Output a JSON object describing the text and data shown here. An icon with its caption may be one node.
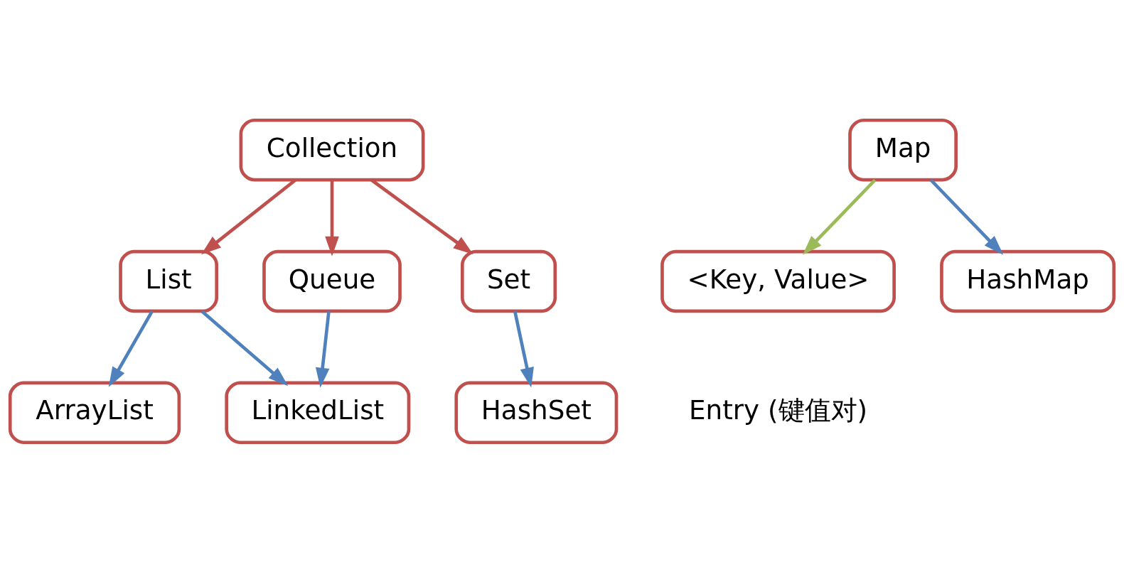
{
  "diagram": {
    "nodes": [
      {
        "text": [
          "Collection"
        ]
      },
      {
        "text": [
          "List"
        ]
      },
      {
        "text": [
          "Queue"
        ]
      },
      {
        "text": [
          "Set"
        ]
      },
      {
        "text": [
          "ArrayList"
        ]
      },
      {
        "text": [
          "LinkedList"
        ]
      },
      {
        "text": [
          "HashSet"
        ]
      },
      {
        "text": [
          "Map"
        ]
      },
      {
        "text": [
          "<Key, Value>"
        ],
        "beside": [
          "Entry (键值对)"
        ]
      },
      {
        "text": [
          "HashMap"
        ]
      }
    ],
    "edges": [
      {
        "from": 0,
        "to": 1,
        "arrow": "to",
        "color": "#c0504d"
      },
      {
        "from": 0,
        "to": 2,
        "arrow": "to",
        "color": "#c0504d"
      },
      {
        "from": 0,
        "to": 3,
        "arrow": "to",
        "color": "#c0504d"
      },
      {
        "from": 1,
        "to": 4,
        "arrow": "to"
      },
      {
        "from": 1,
        "to": 5,
        "arrow": "to"
      },
      {
        "from": 2,
        "to": 5,
        "arrow": "to"
      },
      {
        "from": 3,
        "to": 6,
        "arrow": "to"
      },
      {
        "from": 7,
        "to": 9,
        "arrow": "to"
      },
      {
        "from": 7,
        "to": 8,
        "arrow": "to",
        "color": "#9bbb59"
      }
    ]
  }
}
